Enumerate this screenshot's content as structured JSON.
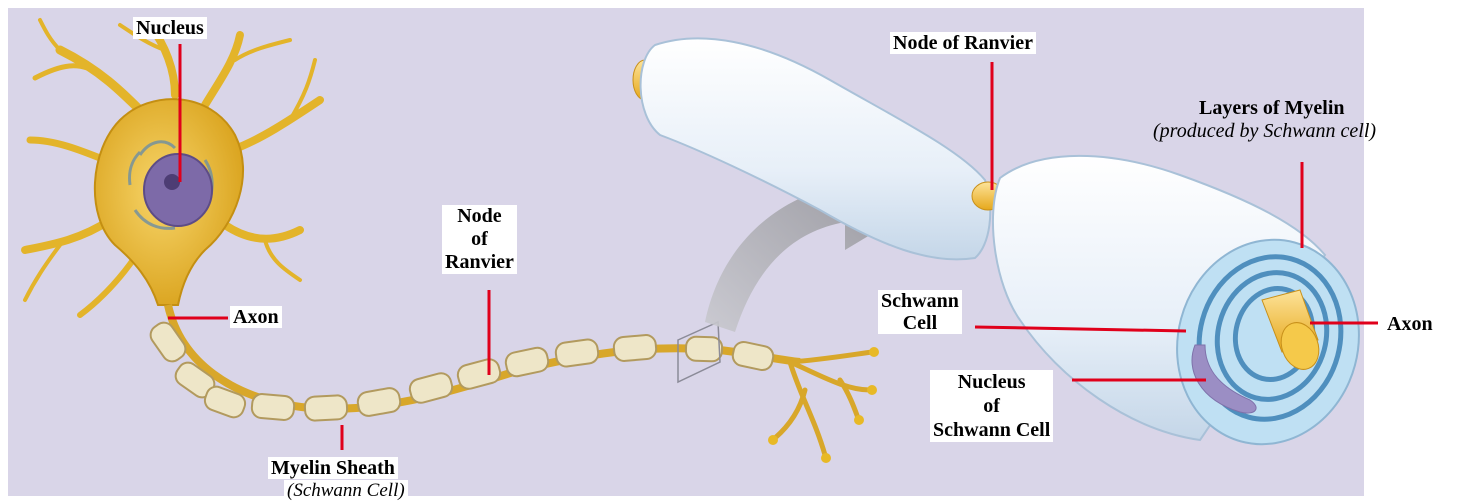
{
  "labels": {
    "nucleus": "Nucleus",
    "axon_left": "Axon",
    "node_left": {
      "line1": "Node",
      "line2": "of",
      "line3": "Ranvier"
    },
    "myelin_sheath": "Myelin Sheath",
    "myelin_sheath_sub": "(Schwann Cell)",
    "node_right": "Node of Ranvier",
    "layers": "Layers of Myelin",
    "layers_sub": "(produced by Schwann cell)",
    "schwann_cell": {
      "line1": "Schwann",
      "line2": "Cell"
    },
    "axon_right": "Axon",
    "nucleus_schwann": {
      "line1": "Nucleus",
      "line2": "of",
      "line3": "Schwann Cell"
    }
  },
  "colors": {
    "background_panel": "#d9d5e8",
    "leader_line": "#e0001b",
    "neuron": "#e8b926",
    "myelin": "#eef4fa",
    "schwann_nucleus": "#9b8ec4"
  }
}
